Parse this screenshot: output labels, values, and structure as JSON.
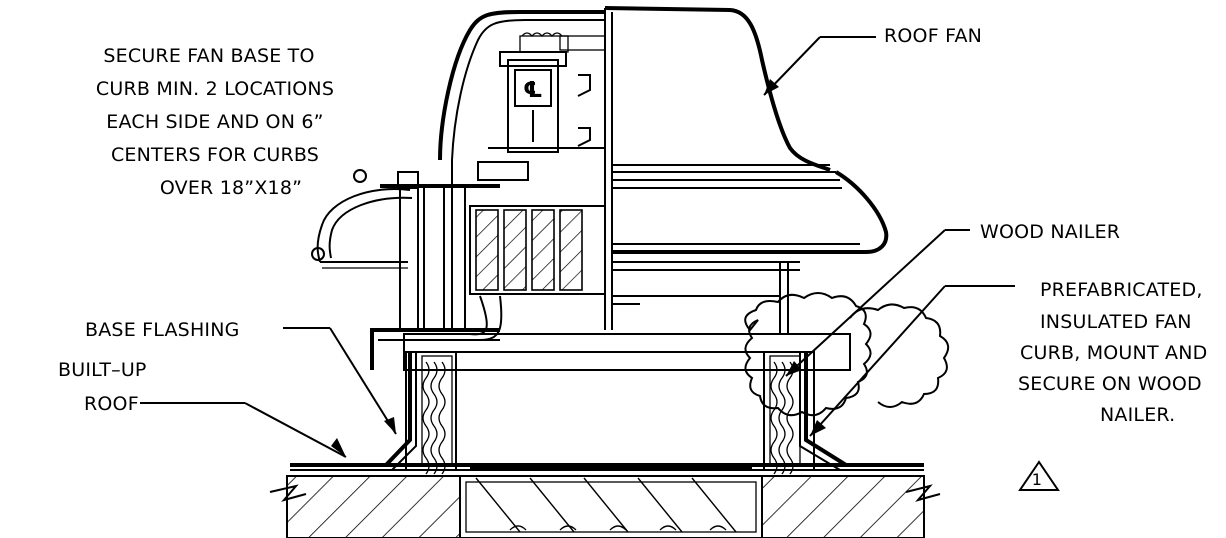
{
  "notes": {
    "secure_note": [
      "SECURE FAN BASE TO",
      "CURB MIN. 2 LOCATIONS",
      "EACH SIDE AND ON 6”",
      "CENTERS FOR CURBS",
      "OVER 18”X18”"
    ],
    "roof_fan": "ROOF FAN",
    "wood_nailer": "WOOD NAILER",
    "prefab_curb": [
      "PREFABRICATED,",
      "INSULATED FAN",
      "CURB, MOUNT AND",
      "SECURE ON   WOOD",
      "NAILER."
    ],
    "base_flashing": "BASE FLASHING",
    "built_up_roof": [
      "BUILT–UP",
      "ROOF"
    ]
  },
  "revision_marker": "1"
}
